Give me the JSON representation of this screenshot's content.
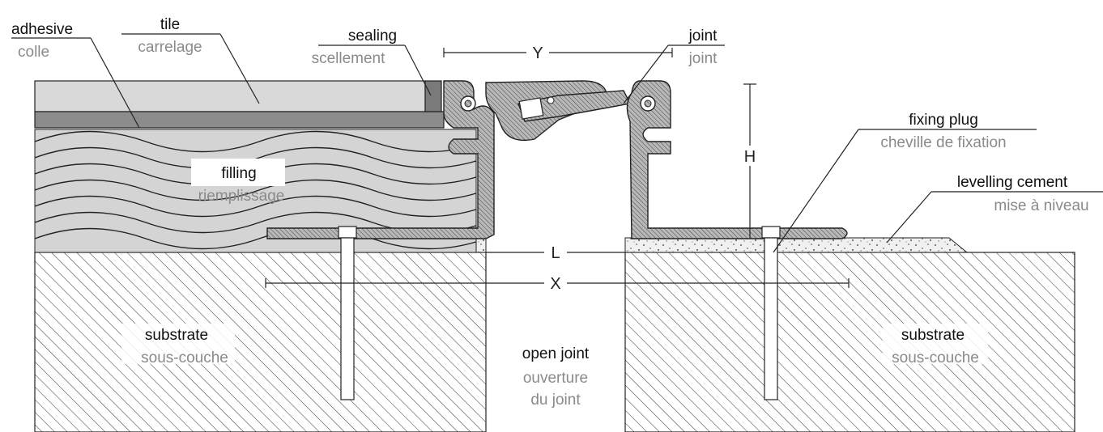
{
  "labels": {
    "adhesive": {
      "en": "adhesive",
      "fr": "colle"
    },
    "tile": {
      "en": "tile",
      "fr": "carrelage"
    },
    "sealing": {
      "en": "sealing",
      "fr": "scellement"
    },
    "joint": {
      "en": "joint",
      "fr": "joint"
    },
    "filling": {
      "en": "filling",
      "fr": "riemplissage"
    },
    "fixing_plug": {
      "en": "fixing plug",
      "fr": "cheville de fixation"
    },
    "levelling_cement": {
      "en": "levelling cement",
      "fr": "mise à niveau"
    },
    "substrate_left": {
      "en": "substrate",
      "fr": "sous-couche"
    },
    "substrate_right": {
      "en": "substrate",
      "fr": "sous-couche"
    },
    "open_joint": {
      "en": "open joint",
      "fr1": "ouverture",
      "fr2": "du joint"
    }
  },
  "dimensions": {
    "y": "Y",
    "h": "H",
    "l": "L",
    "x": "X"
  },
  "colors": {
    "tile": "#d9d9d9",
    "adhesive": "#8c8c8c",
    "sealing": "#7a7a7a",
    "filling": "#d4d4d4",
    "profile": "#9a9a9a",
    "cement": "#efefef",
    "label_en": "#111111",
    "label_fr": "#8a8a8a"
  }
}
